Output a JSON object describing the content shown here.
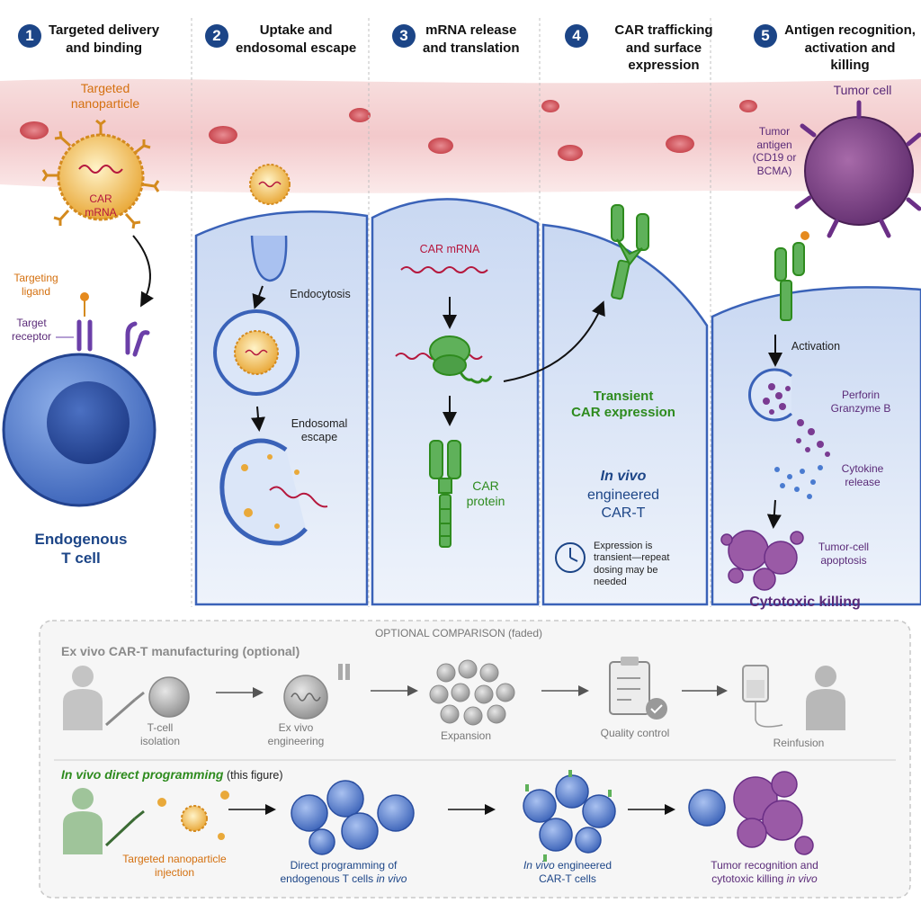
{
  "steps": [
    {
      "num": "1",
      "label": "Targeted delivery\nand binding"
    },
    {
      "num": "2",
      "label": "Uptake and\nendosomal escape"
    },
    {
      "num": "3",
      "label": "mRNA release\nand translation"
    },
    {
      "num": "4",
      "label": "CAR trafficking\nand surface expression"
    },
    {
      "num": "5",
      "label": "Antigen recognition,\nactivation and killing"
    }
  ],
  "panel1": {
    "nanoparticle_label": "Targeted\nnanoparticle",
    "cargo_label": "CAR mRNA",
    "ligand_label": "Targeting\nligand",
    "receptor_label": "Target\nreceptor",
    "cell_label": "Endogenous\nT cell"
  },
  "panel2": {
    "endocytosis": "Endocytosis",
    "escape": "Endosomal\nescape"
  },
  "panel3": {
    "mrna": "CAR mRNA",
    "protein": "CAR\nprotein"
  },
  "panel4": {
    "transient": "Transient\nCAR expression",
    "invivo": "In vivo",
    "engineered": "engineered\nCAR-T",
    "note": "Expression is\ntransient—repeat\ndosing may be\nneeded"
  },
  "panel5": {
    "tumor_cell": "Tumor cell",
    "tumor_antigen": "Tumor\nantigen\n(CD19 or\nBCMA)",
    "activation": "Activation",
    "perforin": "Perforin\nGranzyme B",
    "cytokine": "Cytokine\nrelease",
    "apoptosis": "Tumor-cell\napoptosis",
    "killing": "Cytotoxic killing"
  },
  "comparison": {
    "header": "OPTIONAL COMPARISON (faded)",
    "exvivo_title": "Ex vivo CAR-T manufacturing (optional)",
    "exvivo_steps": [
      "T-cell\nisolation",
      "Ex vivo\nengineering",
      "Expansion",
      "Quality control",
      "Reinfusion"
    ],
    "invivo_title_a": "In vivo direct programming",
    "invivo_title_b": " (this figure)",
    "invivo_steps": {
      "s1": "Targeted nanoparticle\ninjection",
      "s2a": "Direct programming of\nendogenous T cells ",
      "s2b": "in vivo",
      "s3a": "In vivo",
      "s3b": " engineered\nCAR-T cells",
      "s4a": "Tumor recognition and\ncytotoxic killing ",
      "s4b": "in vivo"
    }
  },
  "colors": {
    "navy": "#1c4587",
    "orange": "#d4700f",
    "purple": "#6b2f86",
    "green": "#2e8b1e",
    "red": "#b5173d"
  }
}
